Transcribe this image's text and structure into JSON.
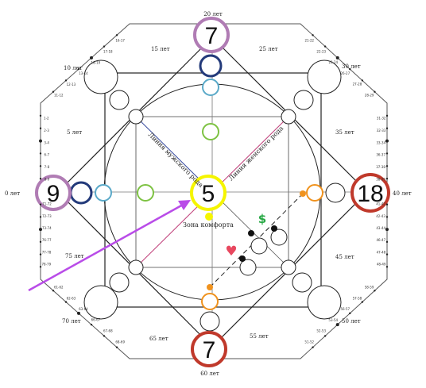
{
  "matrix": {
    "numbers": {
      "top": "7",
      "left": "9",
      "center": "5",
      "right": "18",
      "bottom": "7"
    },
    "age_labels": {
      "age_0": "0 лет",
      "age_5": "5 лет",
      "age_10": "10 лет",
      "age_15": "15 лет",
      "age_20": "20 лет",
      "age_25": "25 лет",
      "age_30": "30 лет",
      "age_35": "35 лет",
      "age_40": "40 лет",
      "age_45": "45 лет",
      "age_50": "50 лет",
      "age_55": "55 лет",
      "age_60": "60 лет",
      "age_65": "65 лет",
      "age_70": "70 лет",
      "age_75": "75 лет"
    },
    "line_male": "Линия мужского рода",
    "line_female": "Линия женского рода",
    "comfort_zone": "Зона комфорта",
    "dollar_symbol": "$",
    "heart_symbol": "♥",
    "colors": {
      "purple": "#b07cb4",
      "navy": "#233a7a",
      "light_blue": "#5aa9c8",
      "green": "#7dc242",
      "yellow": "#f5f500",
      "red": "#c0392b",
      "orange": "#f0921d",
      "arrow": "#b94ce8",
      "dollar": "#27a844",
      "heart": "#e8485f"
    },
    "tick_labels": {
      "top_left": [
        "16-17",
        "17-18",
        "18-19",
        "13-14",
        "12-13",
        "11-12"
      ],
      "top_right": [
        "21-22",
        "22-23",
        "23-24",
        "26-27",
        "27-28",
        "28-29"
      ],
      "right_upper": [
        "31-32",
        "32-33",
        "33-34",
        "36-37",
        "37-38",
        "38-39"
      ],
      "right_lower": [
        "41-42",
        "42-43",
        "43-44",
        "46-47",
        "47-48",
        "48-49"
      ],
      "bottom_right": [
        "51-52",
        "52-53",
        "53-54",
        "56-57",
        "57-58",
        "58-59"
      ],
      "bottom_left": [
        "61-62",
        "62-63",
        "63-64",
        "66-67",
        "67-68",
        "68-69"
      ],
      "left_lower": [
        "71-72",
        "72-73",
        "73-74",
        "76-77",
        "77-78",
        "78-79"
      ],
      "left_upper": [
        "1-2",
        "2-3",
        "3-4",
        "6-7",
        "7-8",
        "8-9"
      ]
    }
  }
}
